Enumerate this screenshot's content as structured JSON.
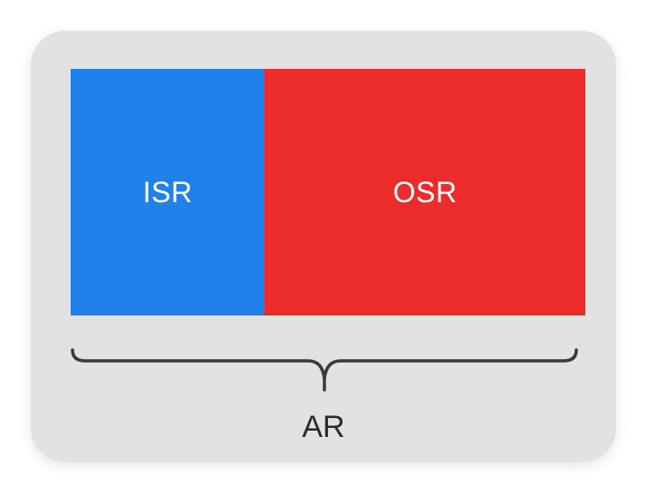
{
  "diagram": {
    "segments": [
      {
        "label": "ISR",
        "color": "#2181ea"
      },
      {
        "label": "OSR",
        "color": "#ec2b2b"
      }
    ],
    "brace_label": "AR"
  },
  "colors": {
    "card_background": "#e2e2e2",
    "brace_stroke": "#3a3a3a",
    "segment_text": "#ffffff"
  }
}
